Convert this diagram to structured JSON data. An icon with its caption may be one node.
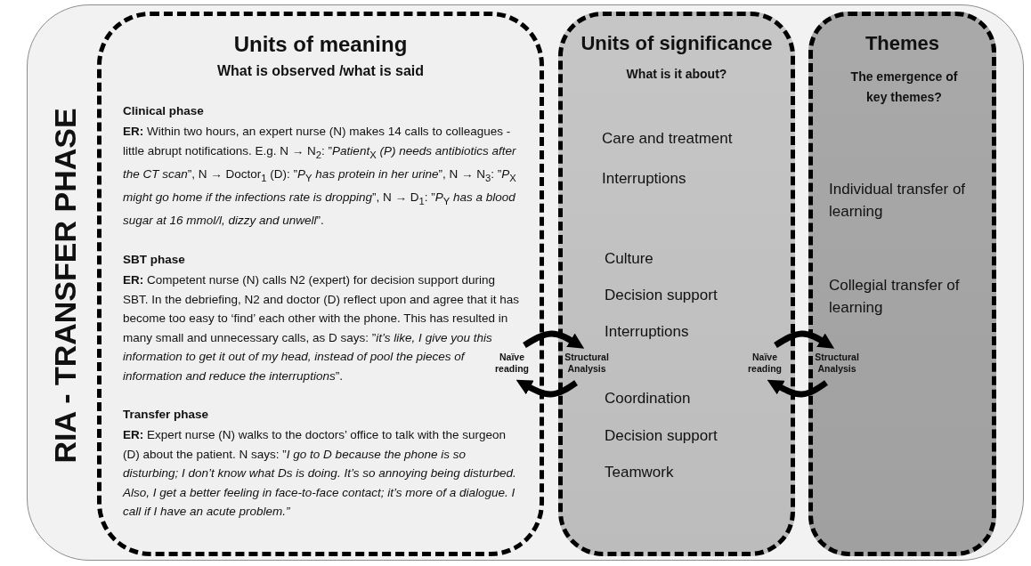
{
  "diagram": {
    "nodes": [
      {
        "text": [
          "RIA - TRANSFER PHASE"
        ]
      },
      {
        "text": [
          "Units of meaning",
          "What is observed /what is said",
          "Clinical phase",
          "**ER:** Within two hours, an expert nurse (N) makes 14 calls to colleagues - little abrupt notifications. E.g. N → N$_{2}$: ”*Patient*$_{X}$ *(P) needs antibiotics after the CT scan*”, N → Doctor$_{1}$ (D): ”*P*$_{Y}$ *has protein in her urine*”, N → N$_{3}$: ”*P*$_{X}$ *might go home if the infections rate is dropping*”, N → D$_{1}$: ”*P*$_{Y}$ *has a blood sugar at 16 mmol/l, dizzy and unwell*”.",
          "SBT phase",
          "**ER:** Competent nurse (N) calls N2 (expert) for decision support during SBT. In the debriefing, N2 and doctor (D) reflect upon and agree that it has become too easy to ‘find’ each other with the phone. This has resulted in many small and unnecessary calls, as D says: ”*it’s like, I give you this information to get it out of my head, instead of pool the pieces of information and reduce the interruptions*”.",
          "Transfer phase",
          "**ER:** Expert nurse (N) walks to the doctors’ office to talk with the surgeon (D) about the patient. N says: ”*I go to D because the phone is so disturbing; I don’t know what Ds is doing. It’s so annoying being disturbed. Also, I get a better feeling in face-to-face contact; it’s more of a dialogue. I call if I have an acute problem.”*"
        ],
        "in": 0
      },
      {
        "text": [
          "Units of significance",
          "What is it about?",
          "Care and treatment",
          "Interruptions",
          "Culture",
          "Decision support",
          "Interruptions",
          "Coordination",
          "Decision support",
          "Teamwork"
        ],
        "in": 0
      },
      {
        "text": [
          "Themes",
          "The emergence of key themes?",
          "Individual transfer of learning",
          "Collegial transfer of learning"
        ],
        "in": 0
      }
    ],
    "edges": [
      {
        "from": 1,
        "to": 2,
        "arrow": "to"
      },
      {
        "from": 2,
        "to": 1,
        "arrow": "to"
      },
      {
        "from": 2,
        "to": 3,
        "arrow": "to"
      },
      {
        "from": 3,
        "to": 2,
        "arrow": "to"
      }
    ],
    "labels": [
      "Naïve reading",
      "Structural Analysis",
      "Naïve reading",
      "Structural Analysis"
    ]
  }
}
